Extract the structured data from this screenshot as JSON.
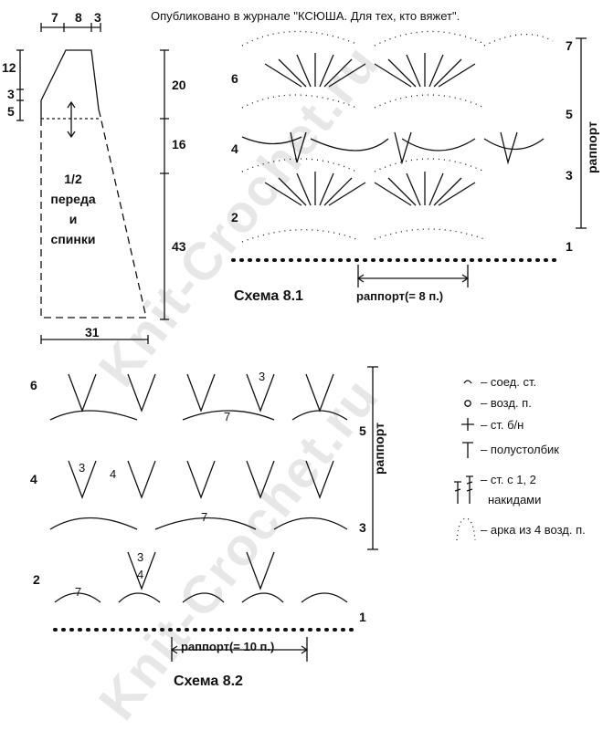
{
  "header": {
    "published": "Опубликовано в журнале \"КСЮША. Для тех, кто вяжет\"."
  },
  "pattern_piece": {
    "label_lines": [
      "1/2",
      "переда",
      "и",
      "спинки"
    ],
    "dimensions": {
      "top_left": "7",
      "top_mid": "8",
      "top_right": "3",
      "left_12": "12",
      "left_3": "3",
      "left_5": "5",
      "right_20": "20",
      "right_16": "16",
      "right_43": "43",
      "bottom": "31"
    }
  },
  "schema_8_1": {
    "title": "Схема 8.1",
    "repeat_label": "раппорт(= 8 п.)",
    "vertical_label": "раппорт",
    "rows_right": [
      "1",
      "3",
      "5",
      "7"
    ],
    "rows_left": [
      "2",
      "4",
      "6"
    ]
  },
  "schema_8_2": {
    "title": "Схема 8.2",
    "repeat_label": "раппорт(= 10 п.)",
    "vertical_label": "раппорт",
    "rows_right": [
      "1",
      "3",
      "5"
    ],
    "rows_left": [
      "2",
      "4",
      "6"
    ],
    "arc_numbers": [
      "3",
      "4",
      "7"
    ]
  },
  "legend": [
    {
      "icon": "slip-stitch-icon",
      "text": "– соед. ст."
    },
    {
      "icon": "chain-icon",
      "text": "– возд. п."
    },
    {
      "icon": "single-crochet-icon",
      "text": "– ст. б/н"
    },
    {
      "icon": "half-double-icon",
      "text": "– полустолбик"
    },
    {
      "icon": "double-crochet-icon",
      "text": "– ст. с 1, 2"
    },
    {
      "icon": "",
      "text": "накидами"
    },
    {
      "icon": "arch-icon",
      "text": "– арка из 4 возд. п."
    }
  ],
  "watermark": "Knit-Crochet.ru",
  "colors": {
    "ink": "#111111",
    "watermark": "#bdbdbd"
  }
}
